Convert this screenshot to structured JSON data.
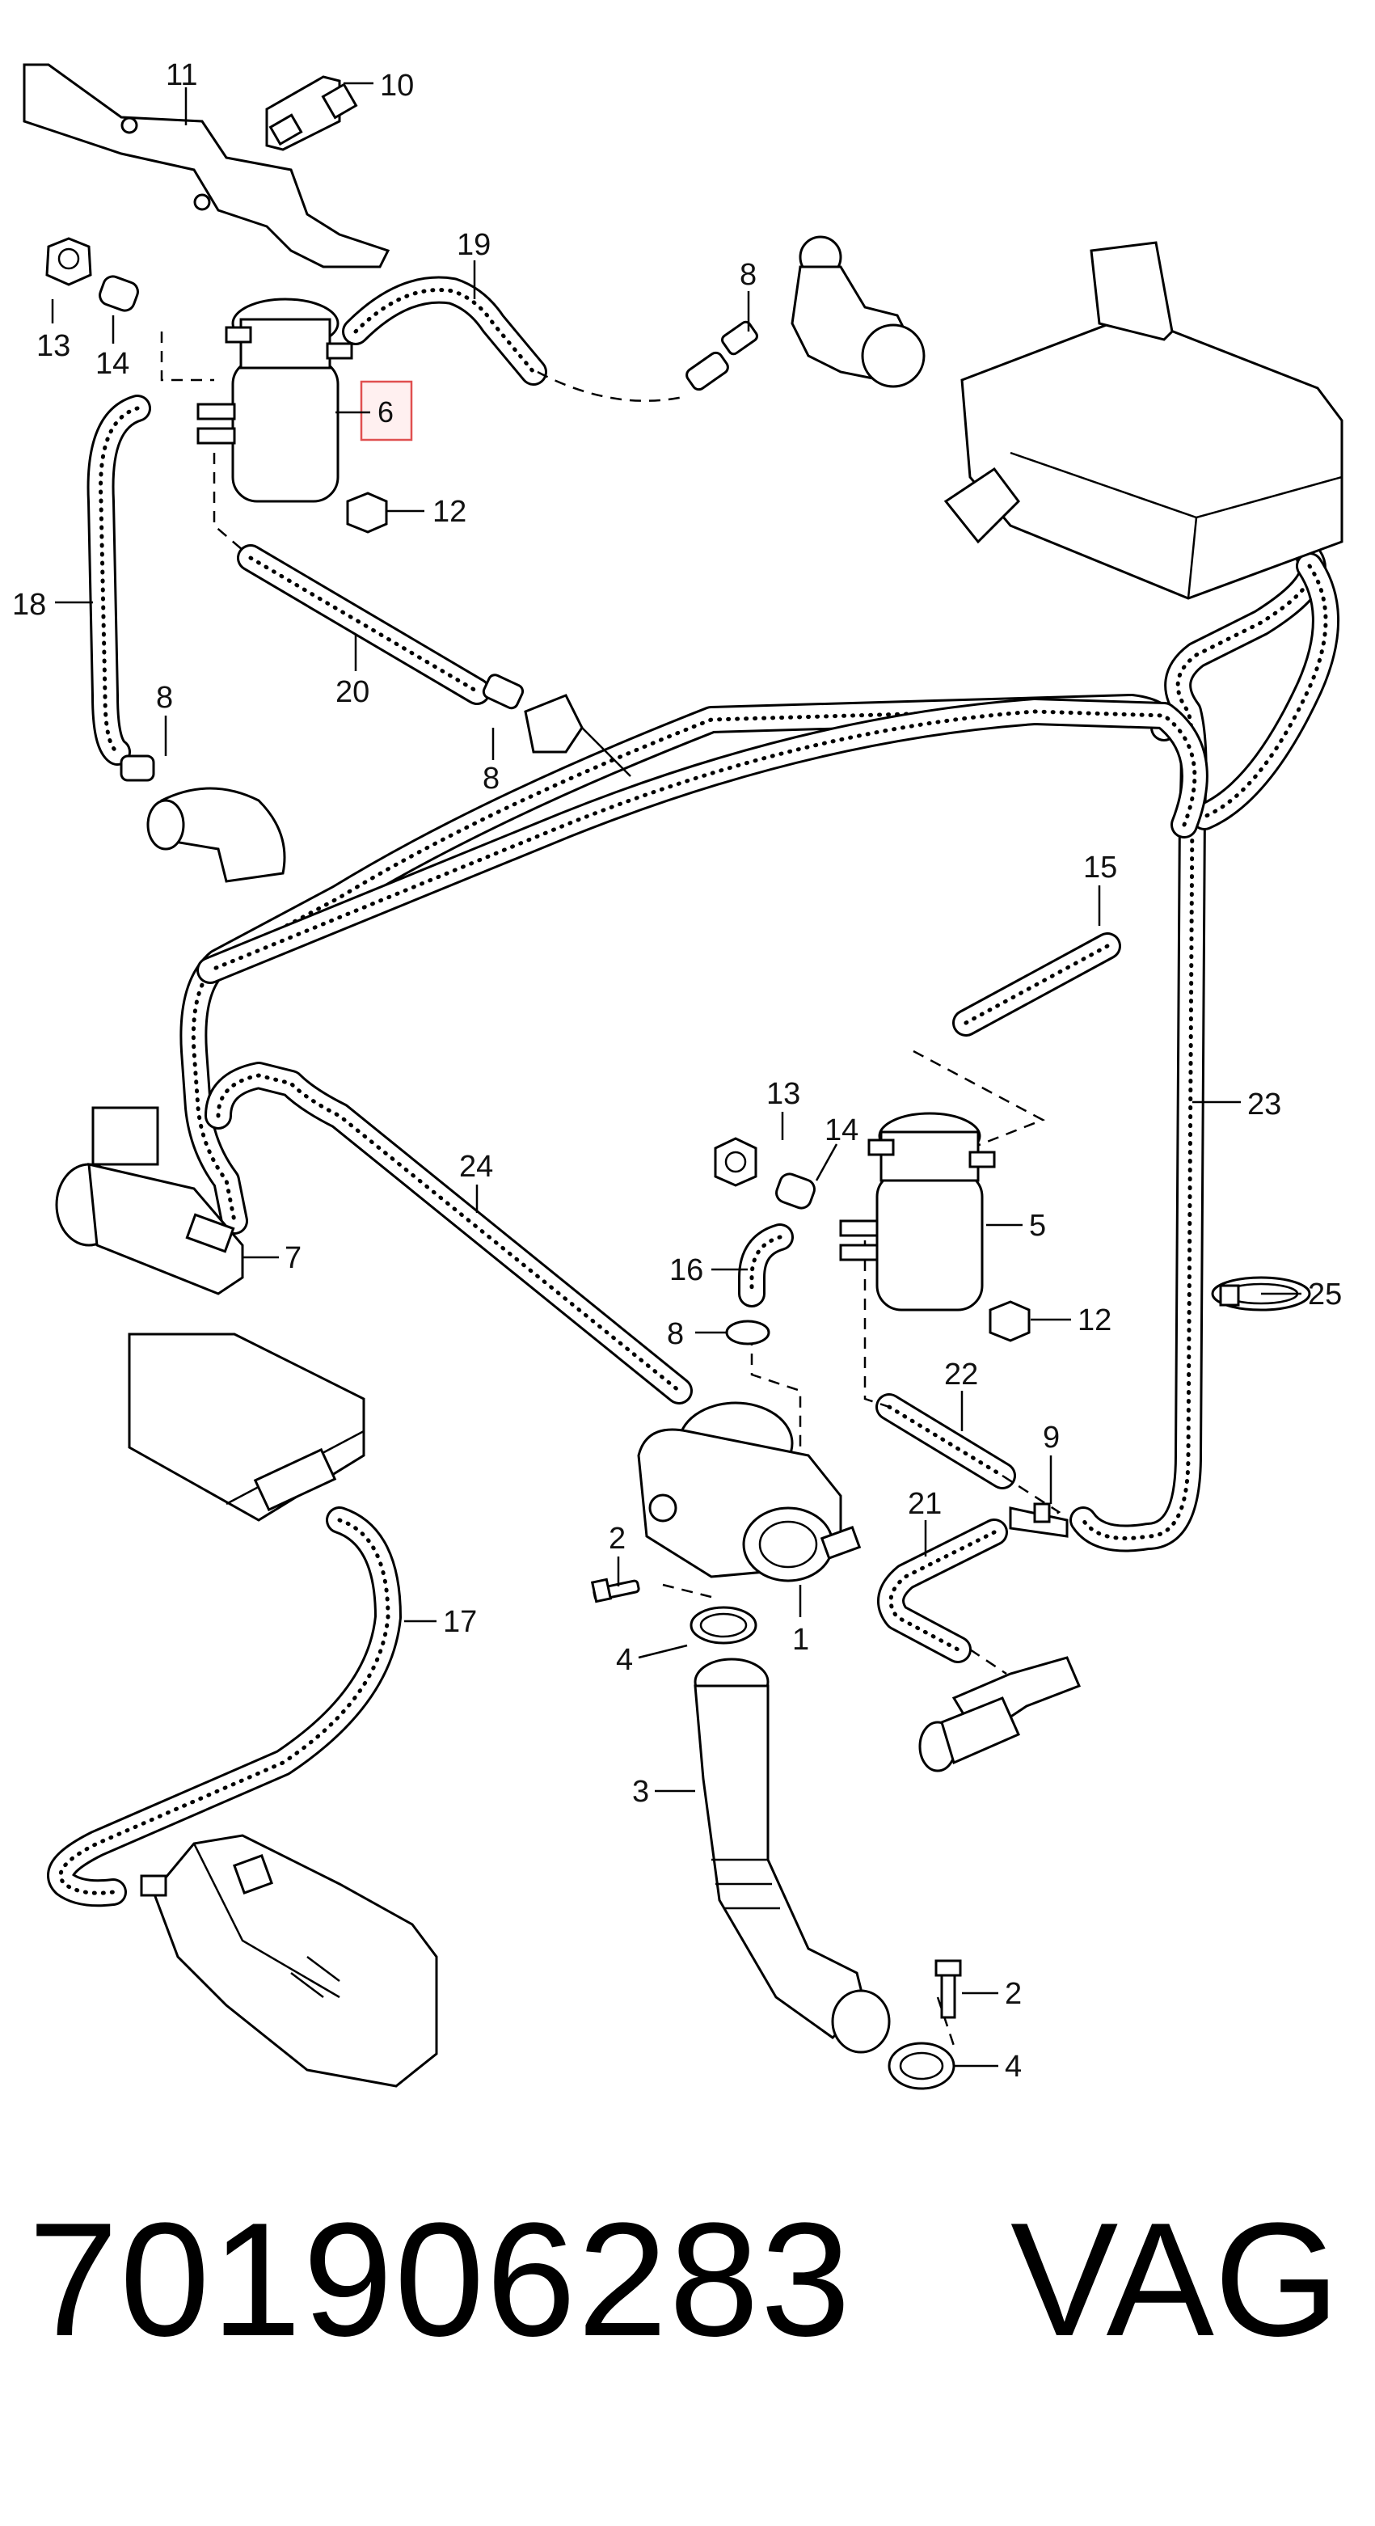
{
  "callouts": [
    {
      "id": "c11",
      "text": "11"
    },
    {
      "id": "c10",
      "text": "10"
    },
    {
      "id": "c19",
      "text": "19"
    },
    {
      "id": "c8a",
      "text": "8"
    },
    {
      "id": "c13a",
      "text": "13"
    },
    {
      "id": "c14a",
      "text": "14"
    },
    {
      "id": "c6",
      "text": "6"
    },
    {
      "id": "c12a",
      "text": "12"
    },
    {
      "id": "c18",
      "text": "18"
    },
    {
      "id": "c20",
      "text": "20"
    },
    {
      "id": "c8b",
      "text": "8"
    },
    {
      "id": "c8c",
      "text": "8"
    },
    {
      "id": "c15",
      "text": "15"
    },
    {
      "id": "c23",
      "text": "23"
    },
    {
      "id": "c13b",
      "text": "13"
    },
    {
      "id": "c14b",
      "text": "14"
    },
    {
      "id": "c24",
      "text": "24"
    },
    {
      "id": "c5",
      "text": "5"
    },
    {
      "id": "c7",
      "text": "7"
    },
    {
      "id": "c16",
      "text": "16"
    },
    {
      "id": "c25",
      "text": "25"
    },
    {
      "id": "c8d",
      "text": "8"
    },
    {
      "id": "c12b",
      "text": "12"
    },
    {
      "id": "c22",
      "text": "22"
    },
    {
      "id": "c9",
      "text": "9"
    },
    {
      "id": "c17",
      "text": "17"
    },
    {
      "id": "c2a",
      "text": "2"
    },
    {
      "id": "c21",
      "text": "21"
    },
    {
      "id": "c4a",
      "text": "4"
    },
    {
      "id": "c1",
      "text": "1"
    },
    {
      "id": "c3",
      "text": "3"
    },
    {
      "id": "c2b",
      "text": "2"
    },
    {
      "id": "c4b",
      "text": "4"
    }
  ],
  "highlight": {
    "callout": "6",
    "color": "#e05050"
  },
  "footer": {
    "part_number": "701906283",
    "brand": "VAG"
  }
}
